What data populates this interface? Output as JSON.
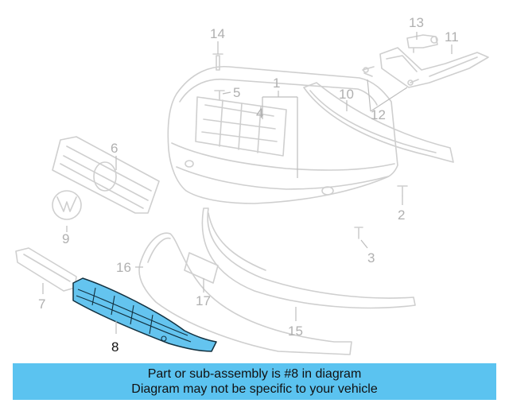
{
  "diagram": {
    "highlighted_part": "8",
    "callouts": {
      "c1": "1",
      "c2": "2",
      "c3": "3",
      "c4": "4",
      "c5": "5",
      "c6": "6",
      "c7": "7",
      "c8": "8",
      "c9": "9",
      "c10": "10",
      "c11": "11",
      "c12": "12",
      "c13": "13",
      "c14": "14",
      "c15": "15",
      "c16": "16",
      "c17": "17"
    },
    "colors": {
      "highlight_fill": "#64c4ef",
      "highlight_stroke": "#12303f",
      "part_stroke": "#cfcfcf",
      "banner": "#5bc3f0"
    }
  },
  "banner": {
    "line1": "Part or sub-assembly is #8 in diagram",
    "line2": "Diagram may not be specific to your vehicle"
  }
}
